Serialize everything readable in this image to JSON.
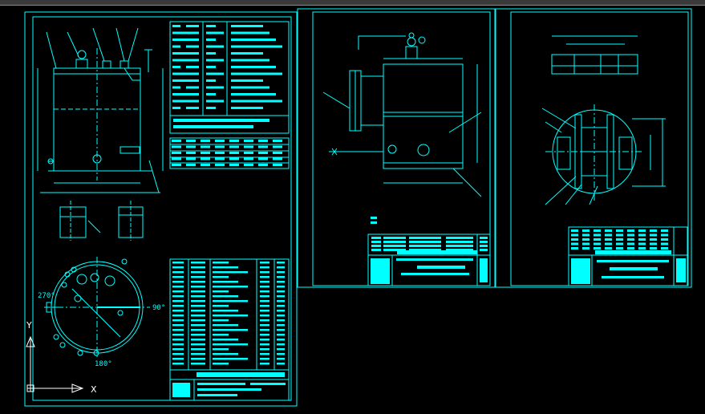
{
  "colors": {
    "background": "#000000",
    "drawing": "#00ffff",
    "annotation": "#ffffff",
    "toolbar": "#3a3a3a"
  },
  "sheet1": {
    "angle_top_left": "270°",
    "angle_bottom": "180°",
    "angle_right": "90°"
  },
  "ucs": {
    "x_label": "X",
    "y_label": "Y"
  },
  "icons": [
    "ucs-icon",
    "nozzle-icon",
    "balloon-icon"
  ]
}
